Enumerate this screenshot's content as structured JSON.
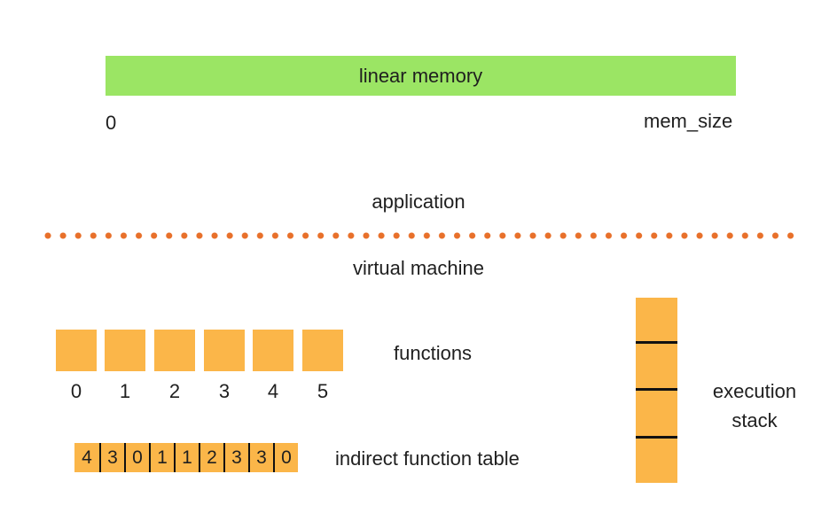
{
  "memory": {
    "label": "linear memory",
    "start_label": "0",
    "end_label": "mem_size"
  },
  "layers": {
    "upper": "application",
    "lower": "virtual machine"
  },
  "functions": {
    "label": "functions",
    "indices": [
      "0",
      "1",
      "2",
      "3",
      "4",
      "5"
    ]
  },
  "table": {
    "label": "indirect function table",
    "entries": [
      "4",
      "3",
      "0",
      "1",
      "1",
      "2",
      "3",
      "3",
      "0"
    ]
  },
  "stack": {
    "label_line1": "execution",
    "label_line2": "stack",
    "frame_count": 4
  },
  "colors": {
    "memory": "#9be564",
    "boxes": "#fbb649",
    "divider_dots": "#e8702a"
  }
}
